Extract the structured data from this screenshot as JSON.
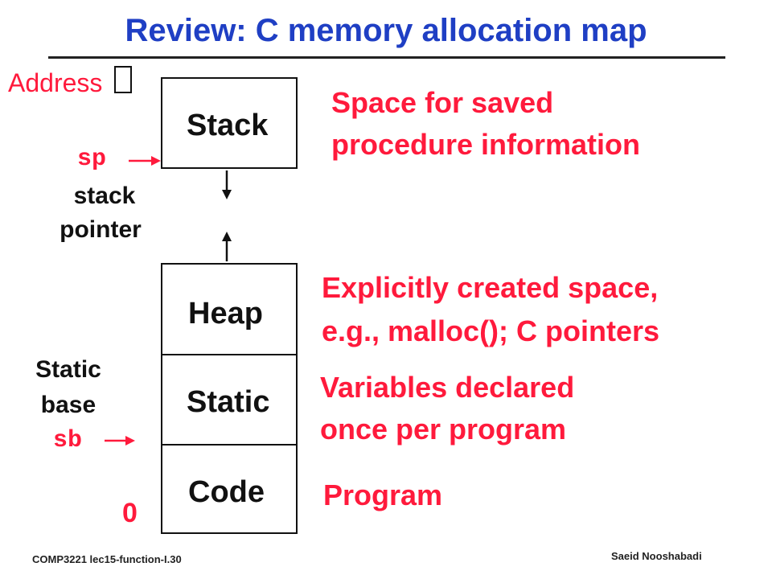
{
  "title": "Review: C memory allocation map",
  "address_label": "Address",
  "address_glyph": "\u0000",
  "segments": {
    "stack": "Stack",
    "heap": "Heap",
    "static": "Static",
    "code": "Code"
  },
  "pointers": {
    "sp": "sp",
    "sp_desc_line1": "stack",
    "sp_desc_line2": "pointer",
    "sb_desc_line1": "Static",
    "sb_desc_line2": "base",
    "sb": "sb",
    "zero": "0"
  },
  "descriptions": {
    "stack_line1": "Space for saved",
    "stack_line2": "procedure information",
    "heap_line1": "Explicitly created space,",
    "heap_line2": "e.g., malloc(); C pointers",
    "static_line1": "Variables declared",
    "static_line2": "once per program",
    "code_line1": "Program"
  },
  "footer": {
    "course": "COMP3221  lec15-function-I.30",
    "author": "Saeid Nooshabadi"
  },
  "colors": {
    "title": "#1f3fc4",
    "accent": "#ff1a3c",
    "ink": "#111111"
  }
}
